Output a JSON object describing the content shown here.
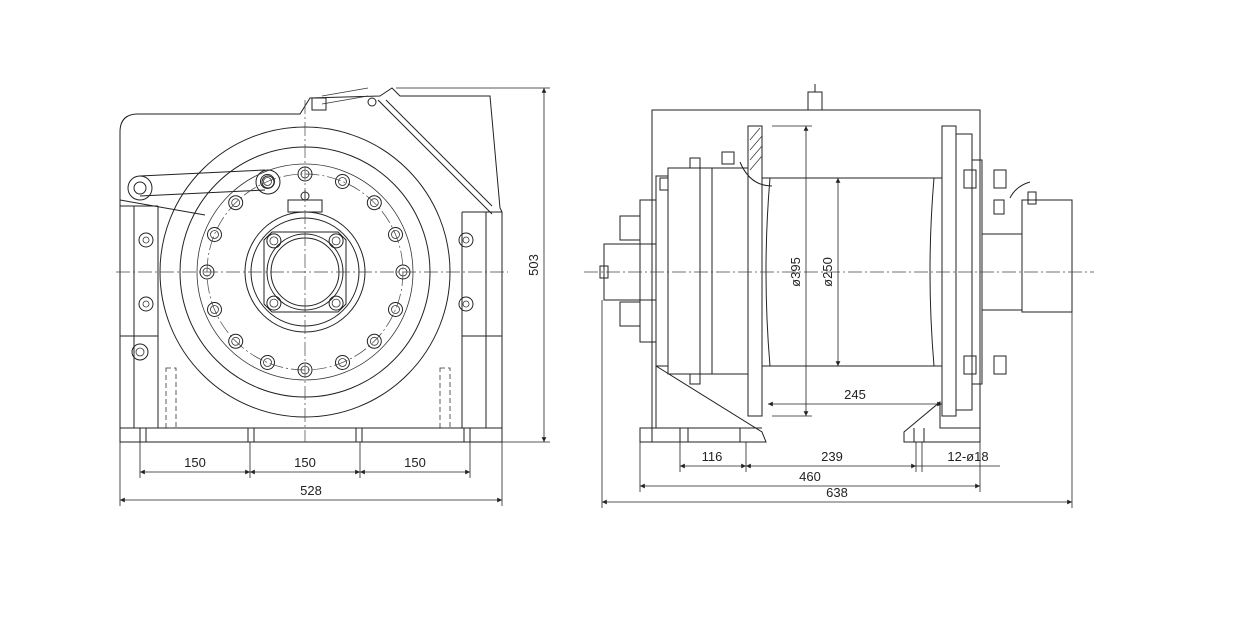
{
  "dimensions": {
    "spacing_1": "150",
    "spacing_2": "150",
    "spacing_3": "150",
    "front_width": "528",
    "height": "503",
    "drum_flange_dia": "ø395",
    "drum_dia": "ø250",
    "drum_length": "245",
    "base_offset": "116",
    "mount_span": "239",
    "bolt_holes": "12-ø18",
    "base_length": "460",
    "total_length": "638"
  },
  "colors": {
    "line": "#222222",
    "background": "#ffffff"
  }
}
